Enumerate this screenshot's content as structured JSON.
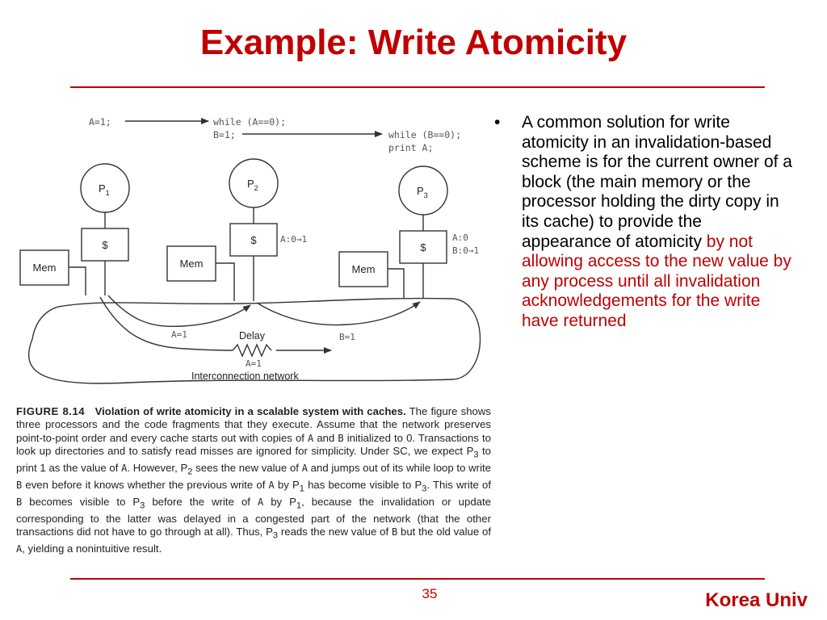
{
  "slide": {
    "title": "Example: Write Atomicity",
    "page_number": "35",
    "footer_brand": "Korea Univ"
  },
  "bullet": {
    "text_black": "A common solution for write atomicity in an invalidation-based scheme is for the current owner of a block (the main memory or the processor holding the dirty copy in its cache) to provide the appearance of atomicity ",
    "text_red": "by not allowing access to the new value by any process until all invalidation acknowledgements for the write have returned"
  },
  "figure": {
    "code": {
      "p1_stmt": "A=1;",
      "p2_line1": "while (A==0);",
      "p2_line2": "B=1;",
      "p3_line1": "while (B==0);",
      "p3_line2": "print A;"
    },
    "processors": [
      {
        "label": "P",
        "sub": "1"
      },
      {
        "label": "P",
        "sub": "2"
      },
      {
        "label": "P",
        "sub": "3"
      }
    ],
    "cache_label": "$",
    "mem_label": "Mem",
    "cache_notes": {
      "p2": "A:0→1",
      "p3_line1": "A:0",
      "p3_line2": "B:0→1"
    },
    "network": {
      "msg_a1_top": "A=1",
      "delay": "Delay",
      "msg_b1": "B=1",
      "msg_a1_bottom": "A=1",
      "label": "Interconnection network"
    }
  },
  "caption": {
    "figure_no": "FIGURE 8.14",
    "title": "Violation of write atomicity in a scalable system with caches.",
    "seg1": " The figure shows three processors and the code fragments that they execute. Assume that the network preserves point-to-point order and every cache starts out with copies of ",
    "code_a1": "A",
    "seg2": " and ",
    "code_b1": "B",
    "seg3": " initialized to 0. Transactions to look up directories and to satisfy read misses are ignored for simplicity. Under SC, we expect P",
    "sub_3a": "3",
    "seg4": " to print 1 as the value of ",
    "code_a2": "A",
    "seg5": ". However, P",
    "sub_2": "2",
    "seg6": " sees the new value of ",
    "code_a3": "A",
    "seg7": " and jumps out of its while loop to write ",
    "code_b2": "B",
    "seg8": " even before it knows whether the previous write of ",
    "code_a4": "A",
    "seg9": " by P",
    "sub_1a": "1",
    "seg10": " has become visible to P",
    "sub_3b": "3",
    "seg11": ". This write of ",
    "code_b3": "B",
    "seg12": " becomes visible to P",
    "sub_3c": "3",
    "seg13": " before the write of ",
    "code_a5": "A",
    "seg14": " by P",
    "sub_1b": "1",
    "seg15": ", because the invalidation or update corresponding to the latter was delayed in a congested part of the network (that the other transactions did not have to go through at all). Thus, P",
    "sub_3d": "3",
    "seg16": " reads the new value of ",
    "code_b4": "B",
    "seg17": " but the old value of ",
    "code_a6": "A",
    "seg18": ", yielding a nonintuitive result."
  }
}
